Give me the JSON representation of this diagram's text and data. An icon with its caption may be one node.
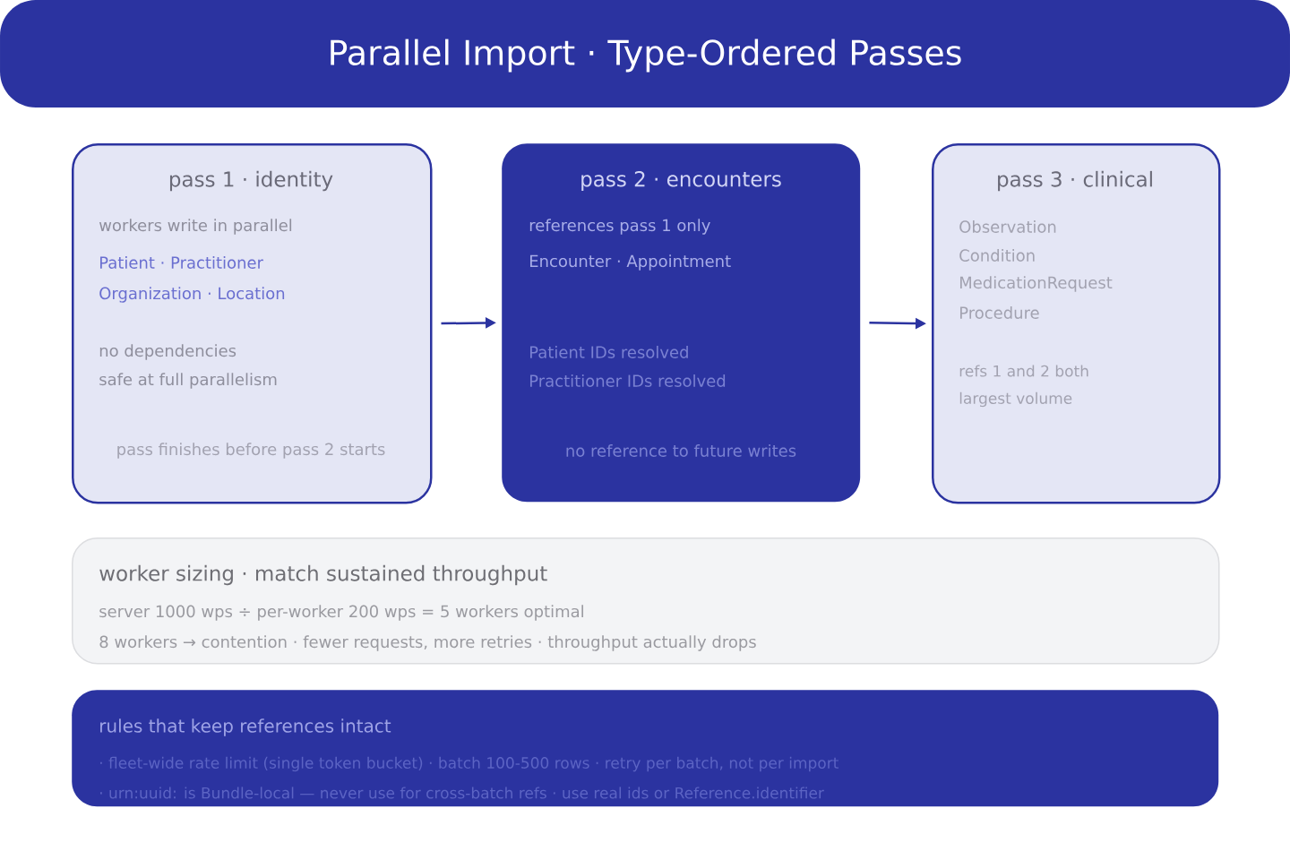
{
  "diagram": {
    "title": "Parallel Import · Type-Ordered Passes",
    "nodes": [
      {
        "text": [
          "pass 1 · identity",
          "workers write in parallel",
          "Patient · Practitioner",
          "Organization · Location",
          "no dependencies",
          "safe at full parallelism",
          "pass finishes before pass 2 starts"
        ]
      },
      {
        "text": [
          "pass 2 · encounters",
          "references pass 1 only",
          "Encounter · Appointment",
          "Patient IDs resolved",
          "Practitioner IDs resolved",
          "no reference to future writes"
        ]
      },
      {
        "text": [
          "pass 3 · clinical",
          "Observation",
          "Condition",
          "MedicationRequest",
          "Procedure",
          "refs 1 and 2 both",
          "largest volume"
        ]
      },
      {
        "text": [
          "worker sizing · match sustained throughput",
          "server 1000 wps ÷ per-worker 200 wps = 5 workers optimal",
          "8 workers → contention · fewer requests, more retries · throughput actually drops"
        ]
      },
      {
        "text": [
          "rules that keep references intact",
          "· fleet-wide rate limit (single token bucket) · batch 100-500 rows · retry per batch, not per import",
          "· urn:uuid: is Bundle-local — never use for cross-batch refs · use real ids or Reference.identifier"
        ]
      }
    ],
    "edges": [
      {
        "from": 0,
        "to": 1,
        "arrow": "to"
      },
      {
        "from": 1,
        "to": 2,
        "arrow": "to"
      }
    ]
  }
}
